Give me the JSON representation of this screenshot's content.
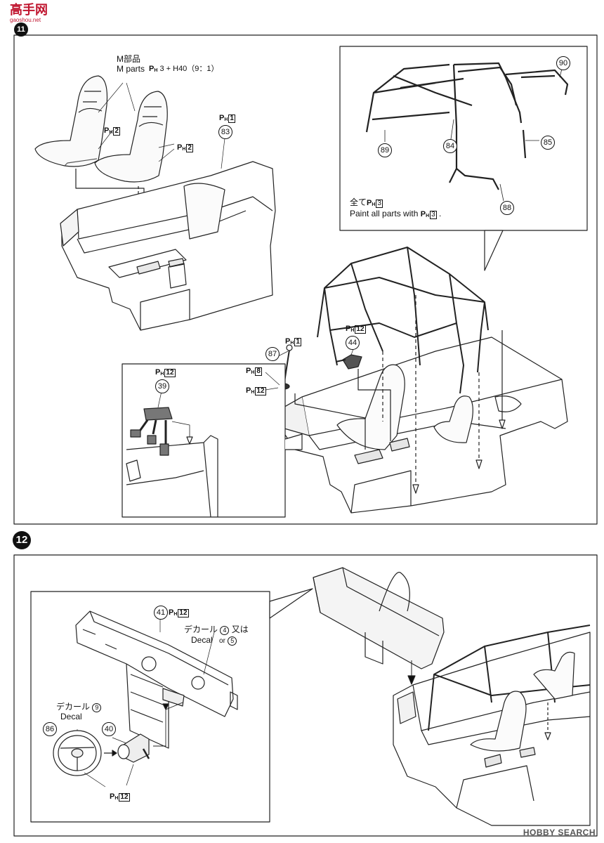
{
  "logo": {
    "name": "高手网",
    "url": "gaoshou.net",
    "badge": "11"
  },
  "step12": "12",
  "part_numbers": [
    "83",
    "90",
    "89",
    "84",
    "85",
    "88",
    "87",
    "44",
    "39",
    "41",
    "86",
    "40"
  ],
  "labels": {
    "m_parts_jp": "M部品",
    "m_parts_en": "M parts",
    "m_mix": "3 + H40（9：1）",
    "ph1": "1",
    "ph2": "2",
    "ph3": "3",
    "ph8": "8",
    "ph12": "12",
    "paint_all_jp": "全て",
    "paint_all_en": "Paint all parts with",
    "decal_jp": "デカール",
    "decal_en": "Decal",
    "decal_45_a": "4",
    "decal_45_or_jp": "又は",
    "decal_45_or_en": "or",
    "decal_45_b": "5",
    "decal_9": "9"
  },
  "watermark": "HOBBY SEARCH"
}
